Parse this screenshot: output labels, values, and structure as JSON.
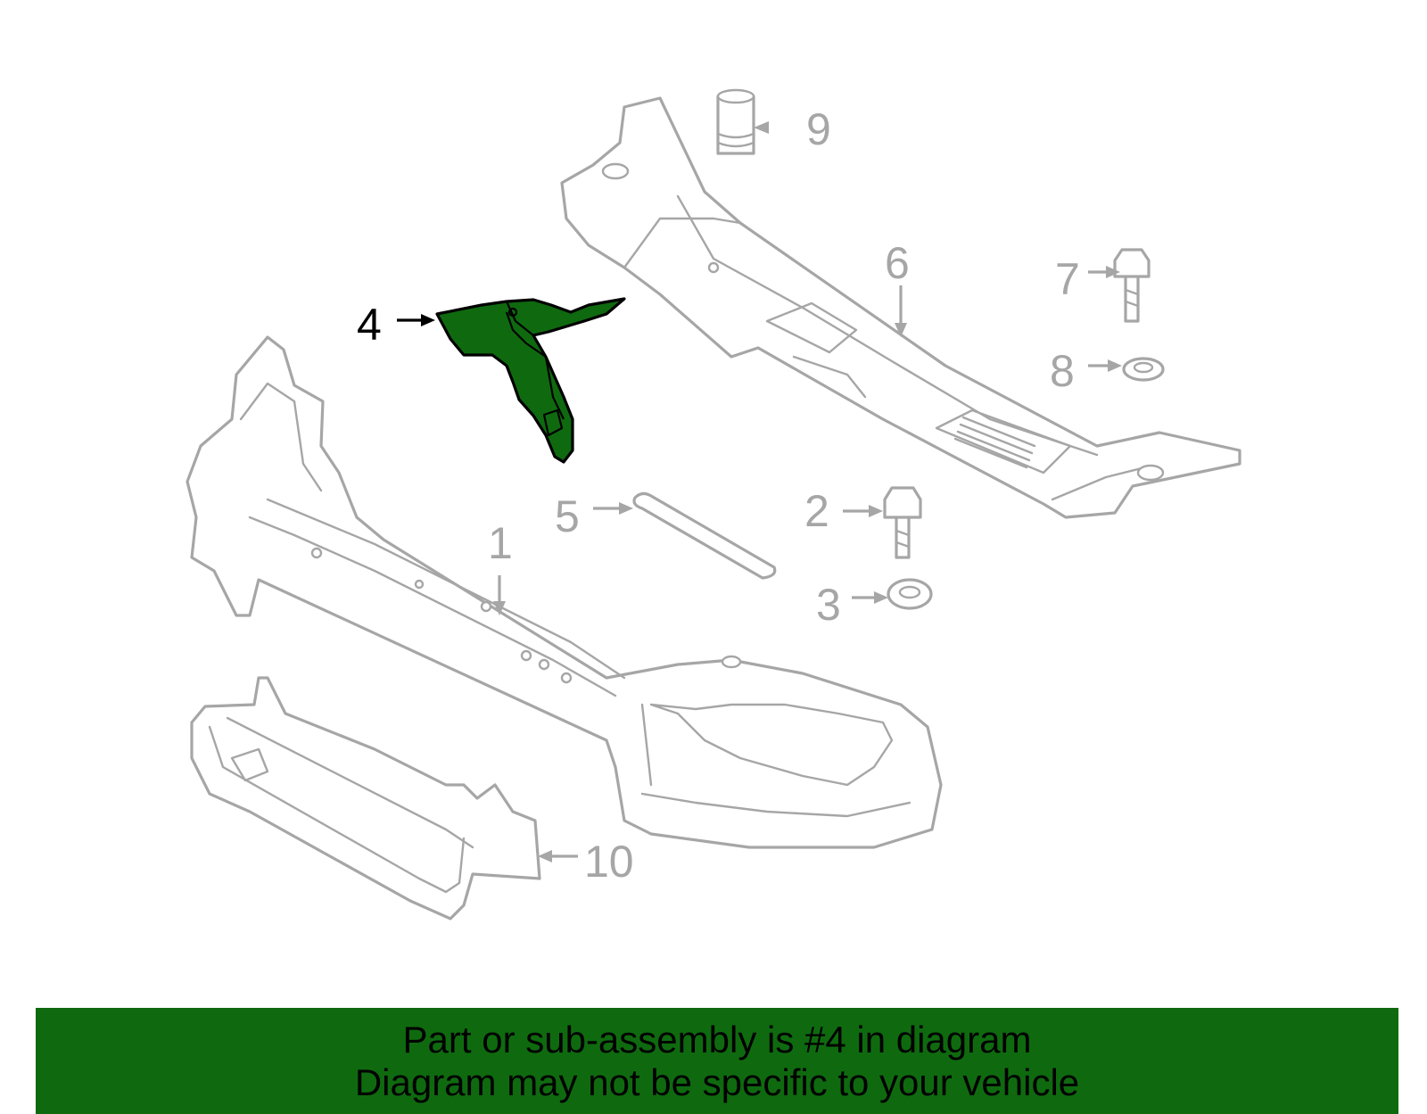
{
  "diagram": {
    "highlighted_part": "4",
    "callouts": [
      {
        "id": "1",
        "label": "1"
      },
      {
        "id": "2",
        "label": "2"
      },
      {
        "id": "3",
        "label": "3"
      },
      {
        "id": "4",
        "label": "4"
      },
      {
        "id": "5",
        "label": "5"
      },
      {
        "id": "6",
        "label": "6"
      },
      {
        "id": "7",
        "label": "7"
      },
      {
        "id": "8",
        "label": "8"
      },
      {
        "id": "9",
        "label": "9"
      },
      {
        "id": "10",
        "label": "10"
      }
    ],
    "colors": {
      "line_art": "#a6a6a6",
      "highlight_fill": "#0f6a0f",
      "highlight_outline": "#000000",
      "banner_background": "#0f6a0f",
      "banner_text": "#000000"
    }
  },
  "banner": {
    "line1": "Part or sub-assembly is #4 in diagram",
    "line2": "Diagram may not be specific to your vehicle"
  }
}
